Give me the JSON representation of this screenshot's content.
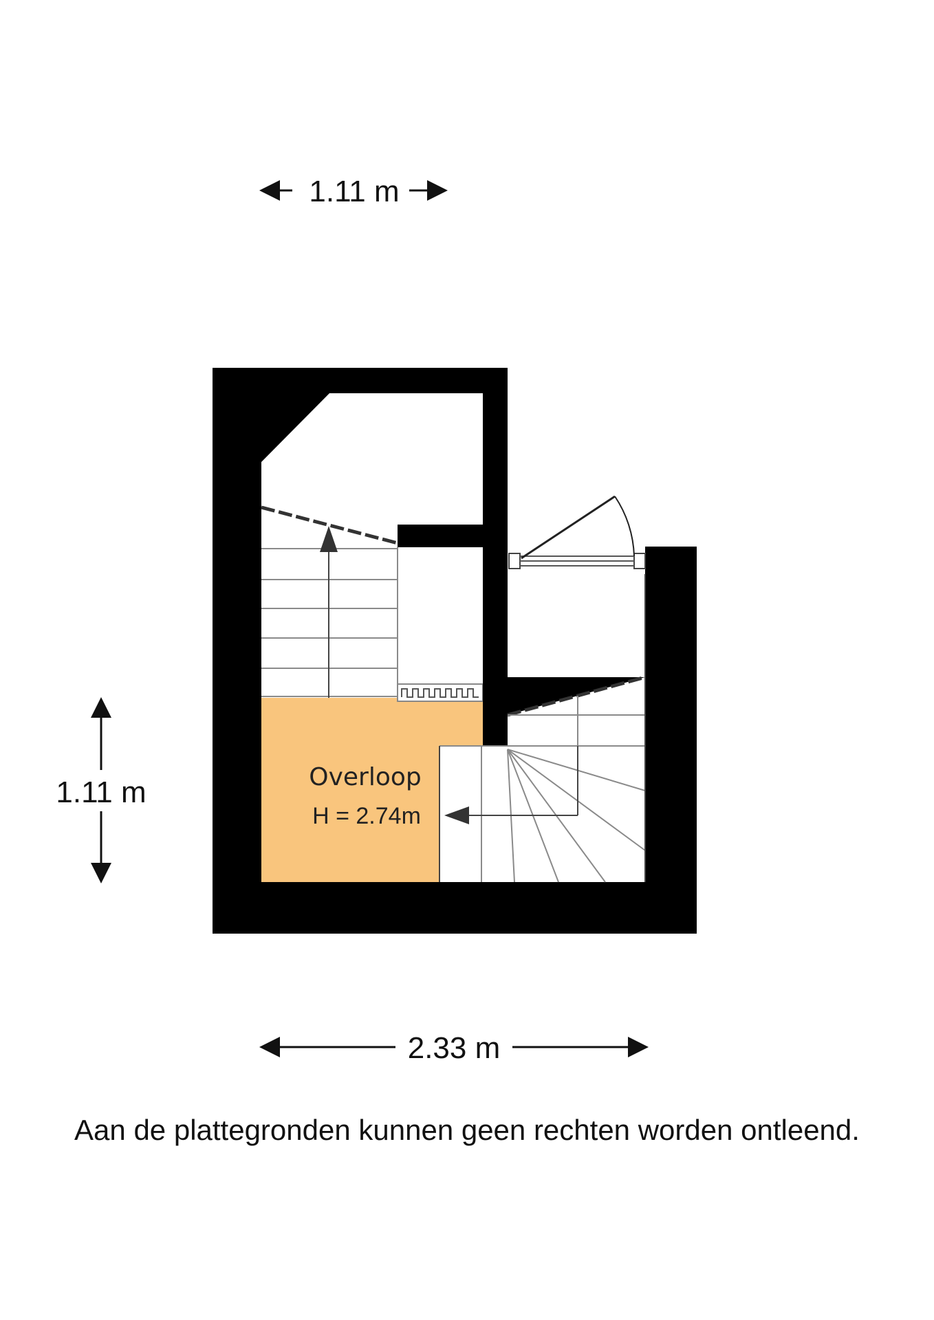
{
  "dimensions": {
    "top_width": "1.11 m",
    "left_height": "1.11 m",
    "bottom_width": "2.33 m"
  },
  "room": {
    "name": "Overloop",
    "height": "H = 2.74m"
  },
  "colors": {
    "wall": "#000000",
    "room_fill": "#f9c57d",
    "floor": "#ffffff"
  },
  "disclaimer": "Aan de plattegronden kunnen geen rechten worden ontleend."
}
